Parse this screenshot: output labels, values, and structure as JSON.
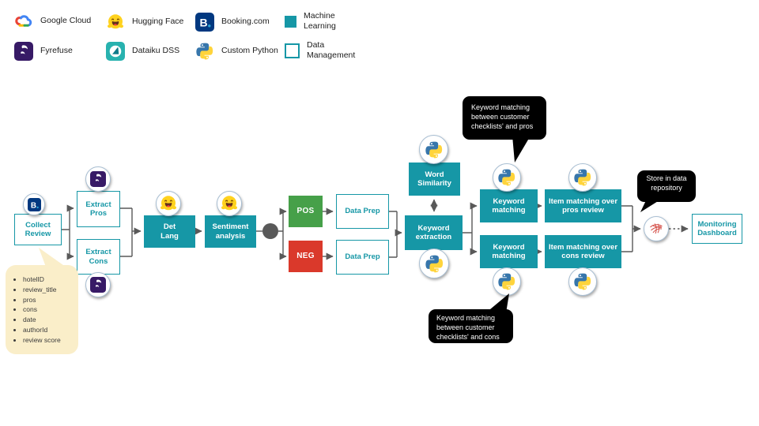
{
  "legend": {
    "google_cloud": "Google Cloud",
    "hugging_face": "Hugging Face",
    "booking": "Booking.com",
    "machine_learning": "Machine Learning",
    "fyrefuse": "Fyrefuse",
    "dataiku": "Dataiku DSS",
    "custom_python": "Custom Python",
    "data_management": "Data Management"
  },
  "nodes": {
    "collect_review": "Collect Review",
    "extract_pros": "Extract Pros",
    "extract_cons": "Extract Cons",
    "det_lang": "Det Lang",
    "sentiment_analysis": "Sentiment analysis",
    "pos": "POS",
    "neg": "NEG",
    "data_prep_pos": "Data Prep",
    "data_prep_neg": "Data Prep",
    "word_similarity": "Word Similarity",
    "keyword_extraction": "Keyword extraction",
    "keyword_matching_pros": "Keyword matching",
    "keyword_matching_cons": "Keyword matching",
    "item_matching_pros": "Item matching over pros review",
    "item_matching_cons": "Item matching over cons review",
    "monitoring_dashboard": "Monitoring Dashboard"
  },
  "callouts": {
    "pros_note": "Keyword matching between customer checklists' and pros",
    "cons_note": "Keyword matching between customer checklists' and cons",
    "store_note": "Store in data repository",
    "review_fields": [
      "hotelID",
      "review_title",
      "pros",
      "cons",
      "date",
      "authorId",
      "review score"
    ]
  },
  "icons": {
    "google_cloud": "google-cloud-icon",
    "hugging_face": "hugging-face-icon",
    "booking": "booking-icon",
    "fyrefuse": "fyrefuse-icon",
    "dataiku": "dataiku-icon",
    "python": "python-icon",
    "sql_repository": "database-icon",
    "machine_learning_swatch": "ml-color-swatch",
    "data_management_swatch": "dm-color-swatch"
  },
  "colors": {
    "teal": "#1697a6",
    "green": "#46a049",
    "red": "#da392b",
    "connector": "#595959",
    "note_bg": "#000000",
    "fields_bg": "#faeec9"
  }
}
